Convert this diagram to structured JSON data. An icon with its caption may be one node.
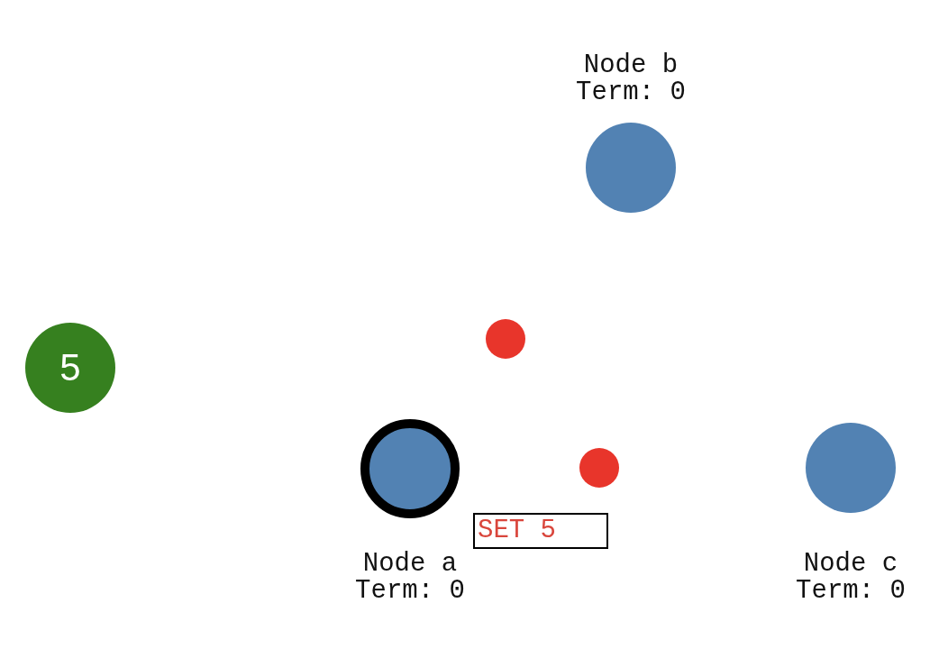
{
  "diagram": {
    "nodes": [
      {
        "text": [],
        "shape": "circle",
        "beside": [
          "Node b",
          "Term: 0"
        ]
      },
      {
        "text": [
          "5"
        ]
      },
      {
        "text": [],
        "shape": "circle"
      },
      {
        "text": [],
        "shape": "circle",
        "beside": [
          "Node a",
          "Term: 0"
        ]
      },
      {
        "text": [],
        "shape": "circle"
      },
      {
        "text": [],
        "shape": "circle",
        "beside": [
          "Node c",
          "Term: 0"
        ]
      },
      {
        "text": [
          "SET 5"
        ]
      }
    ]
  }
}
